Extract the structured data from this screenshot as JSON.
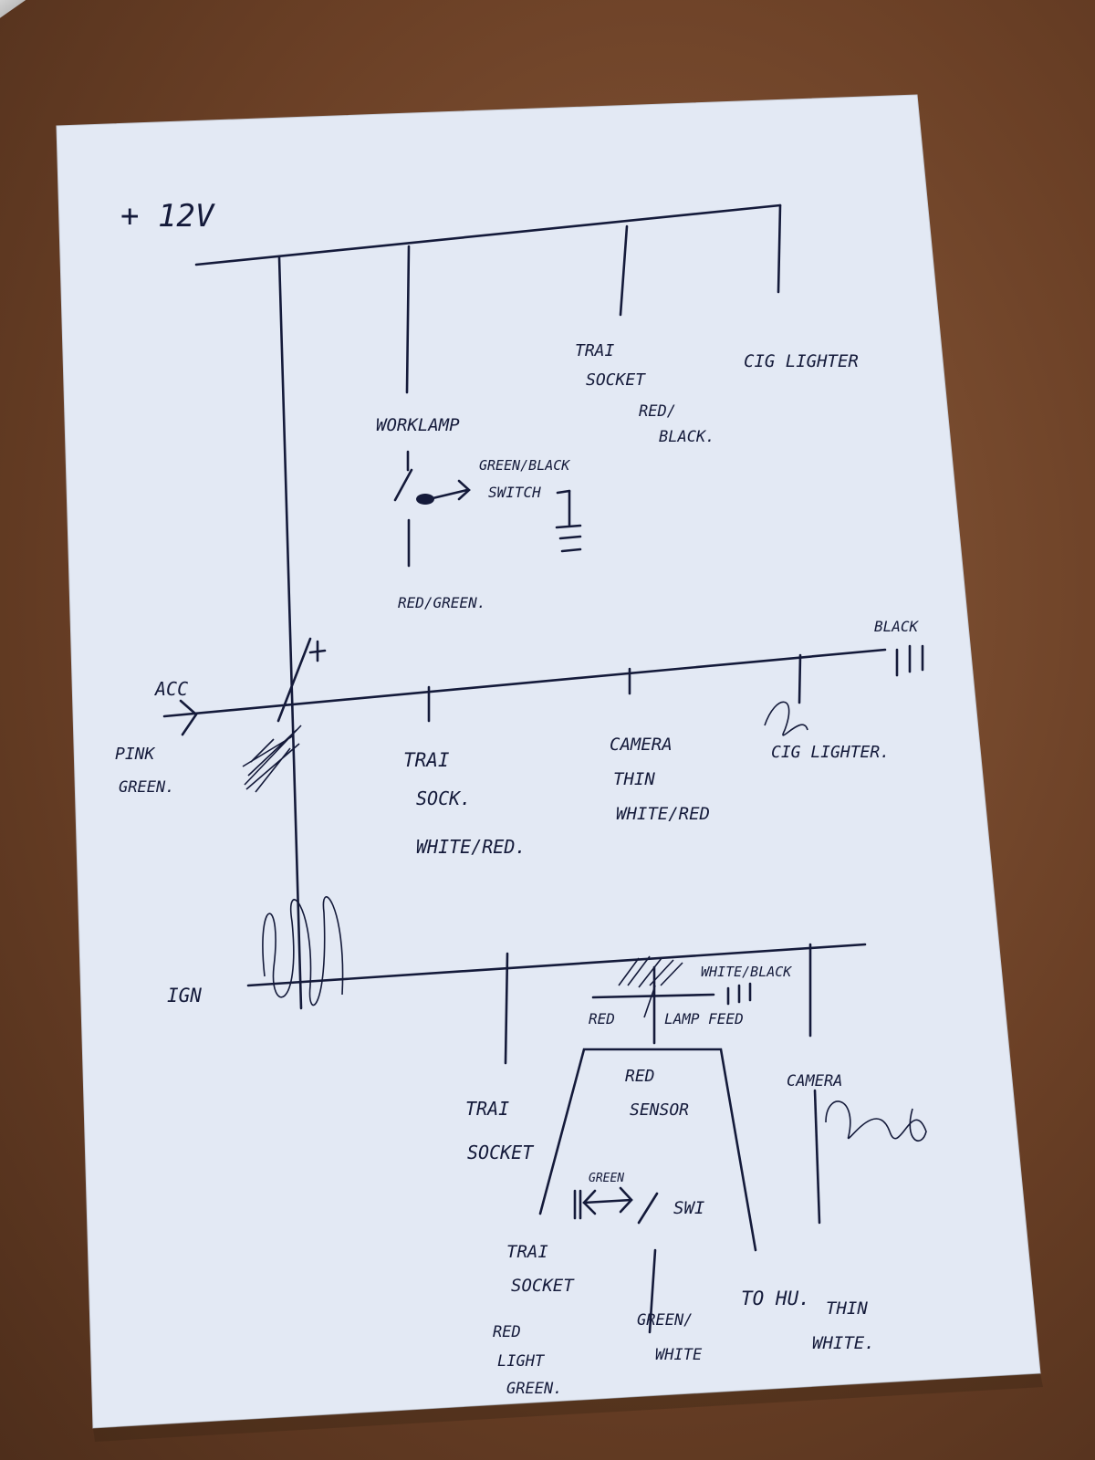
{
  "supply": "+ 12V",
  "top_bus": {
    "worklamp": "WORKLAMP",
    "switch_wire": "GREEN/BLACK",
    "switch": "SWITCH",
    "worklamp_wire": "RED/GREEN.",
    "trailer_socket_1": "TRAI",
    "trailer_socket_2": "SOCKET",
    "trailer_wire_1": "RED/",
    "trailer_wire_2": "BLACK.",
    "cig_lighter": "CIG LIGHTER"
  },
  "acc_bus": {
    "label": "ACC",
    "wire_1": "PINK",
    "wire_2": "GREEN.",
    "ground": "BLACK",
    "trailer_1": "TRAI",
    "trailer_2": "SOCK.",
    "trailer_wire": "WHITE/RED.",
    "camera_1": "CAMERA",
    "camera_2": "THIN",
    "camera_wire": "WHITE/RED",
    "cig_lighter": "CIG LIGHTER."
  },
  "ign_bus": {
    "label": "IGN",
    "trailer_1": "TRAI",
    "trailer_2": "SOCKET",
    "white_black": "WHITE/BLACK",
    "red": "RED",
    "lamp_feed": "LAMP FEED",
    "red_sensor_1": "RED",
    "red_sensor_2": "SENSOR",
    "green": "GREEN",
    "switch": "SWI",
    "trailer_b_1": "TRAI",
    "trailer_b_2": "SOCKET",
    "red_lg_1": "RED",
    "red_lg_2": "LIGHT",
    "red_lg_3": "GREEN.",
    "green_white_1": "GREEN/",
    "green_white_2": "WHITE",
    "to_hu": "TO HU.",
    "thin": "THIN",
    "white": "WHITE.",
    "camera": "CAMERA"
  }
}
